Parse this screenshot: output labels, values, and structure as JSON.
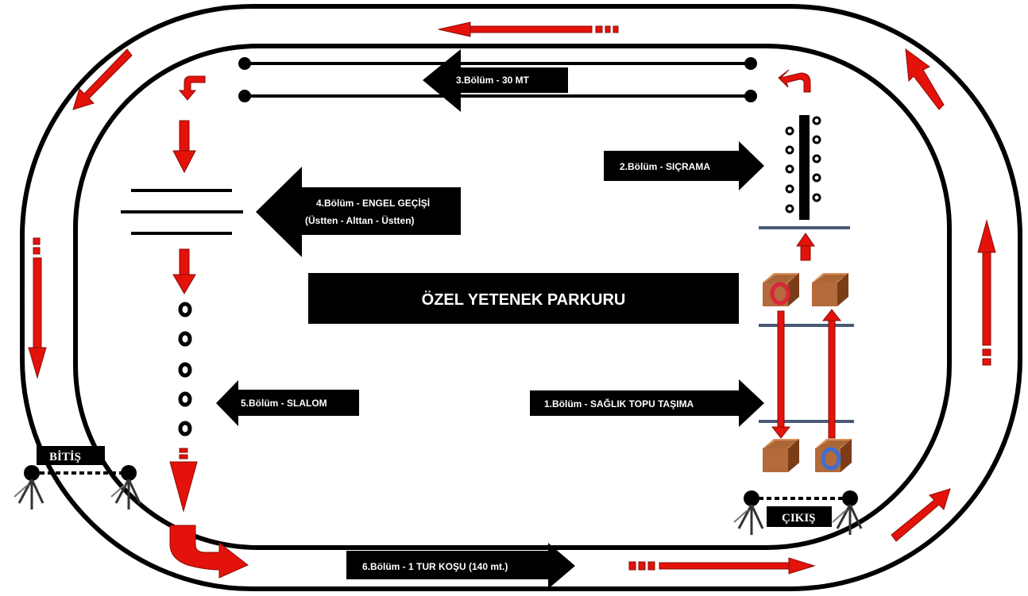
{
  "diagram": {
    "title": "ÖZEL YETENEK PARKURU",
    "sections": {
      "s1": "1.Bölüm - SAĞLIK TOPU TAŞIMA",
      "s2": "2.Bölüm - SIÇRAMA",
      "s3": "3.Bölüm - 30 MT",
      "s4_line1": "4.Bölüm - ENGEL GEÇİŞİ",
      "s4_line2": "(Üstten - Alttan - Üstten)",
      "s5": "5.Bölüm - SLALOM",
      "s6": "6.Bölüm - 1 TUR KOŞU (140 mt.)"
    },
    "finish_label": "BİTİŞ",
    "start_label": "ÇIKIŞ"
  },
  "colors": {
    "arrow_red": "#e3120b",
    "dark_red": "#8a0d06",
    "black": "#000000",
    "line_blue": "#4a5a78",
    "box_brown": "#b46a3a",
    "box_dark": "#7a3d18",
    "ring_red": "#d8263a",
    "ring_blue": "#3f6fd0"
  },
  "icons": [
    "tripod-icon",
    "medicine-box-icon",
    "hurdle-icon",
    "slalom-cone-icon",
    "direction-arrow-icon"
  ]
}
